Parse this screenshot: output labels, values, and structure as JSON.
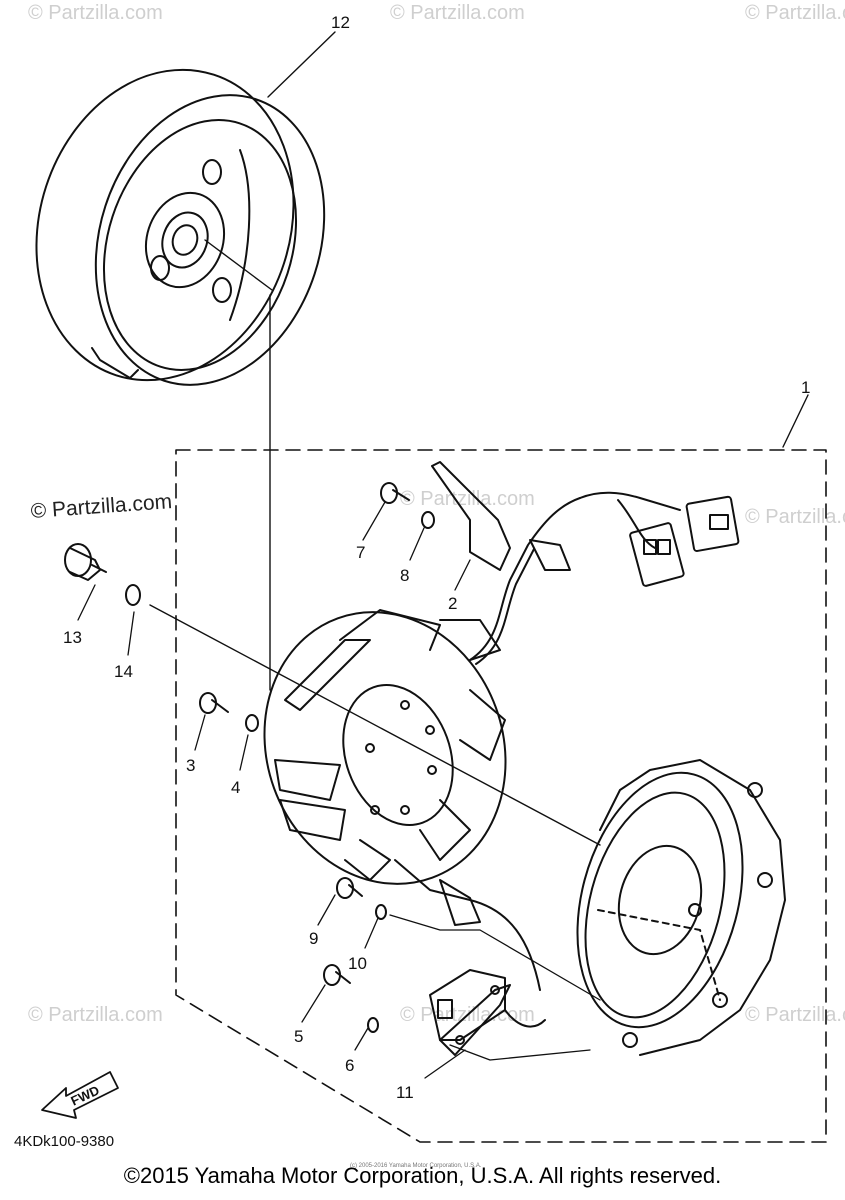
{
  "watermarks": {
    "faint": "© Partzilla.com",
    "strong": "© Partzilla.com"
  },
  "callouts": [
    "1",
    "2",
    "3",
    "4",
    "5",
    "6",
    "7",
    "8",
    "9",
    "10",
    "11",
    "12",
    "13",
    "14"
  ],
  "fwd_label": "FWD",
  "diagram_code": "4KDk100-9380",
  "copyright": "©2015 Yamaha Motor Corporation, U.S.A. All rights reserved.",
  "tiny_copyright": "(c) 2005-2016 Yamaha Motor Corporation, U.S.A."
}
